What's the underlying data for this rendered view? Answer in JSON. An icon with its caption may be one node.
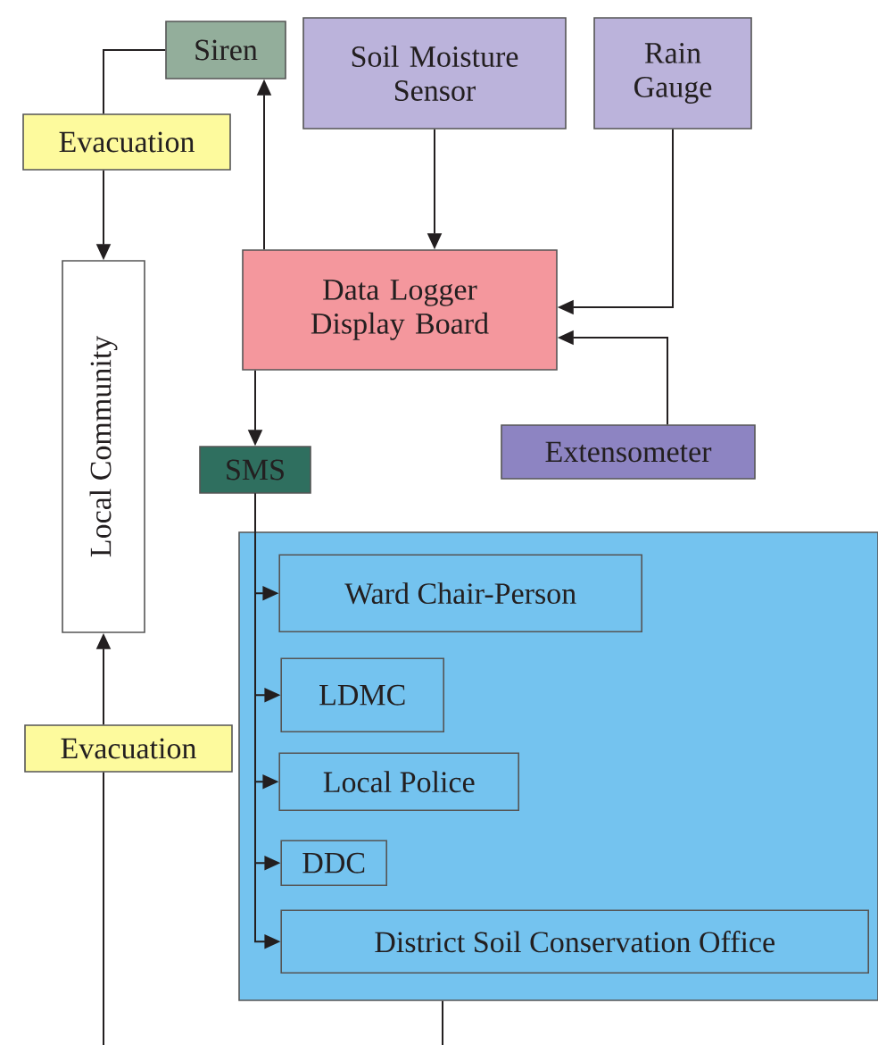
{
  "diagram": {
    "nodes": [
      {
        "text": [
          "Siren"
        ]
      },
      {
        "text": [
          "Soil Moisture Sensor"
        ]
      },
      {
        "text": [
          "Rain Gauge"
        ]
      },
      {
        "text": [
          "Data Logger Display Board"
        ]
      },
      {
        "text": [
          "Extensometer"
        ]
      },
      {
        "text": [
          "SMS"
        ]
      },
      {
        "text": [
          "Local Community"
        ]
      },
      {
        "text": [
          "Evacuation"
        ]
      },
      {
        "text": [
          "Evacuation"
        ]
      },
      {
        "text": [],
        "shape": "box"
      },
      {
        "text": [
          "Ward Chair-Person"
        ],
        "in": 9
      },
      {
        "text": [
          "LDMC"
        ],
        "in": 9
      },
      {
        "text": [
          "Local Police"
        ],
        "in": 9
      },
      {
        "text": [
          "DDC"
        ],
        "in": 9
      },
      {
        "text": [
          "District Soil Conservation Office"
        ],
        "in": 9
      }
    ],
    "edges": [
      {
        "from": 0,
        "to": 7,
        "arrow": "none"
      },
      {
        "from": 7,
        "to": 6,
        "arrow": "to"
      },
      {
        "from": 3,
        "to": 0,
        "arrow": "to"
      },
      {
        "from": 1,
        "to": 3,
        "arrow": "to"
      },
      {
        "from": 2,
        "to": 3,
        "arrow": "to"
      },
      {
        "from": 4,
        "to": 3,
        "arrow": "to"
      },
      {
        "from": 3,
        "to": 5,
        "arrow": "to"
      },
      {
        "from": 5,
        "to": 10,
        "arrow": "to"
      },
      {
        "from": 5,
        "to": 11,
        "arrow": "to"
      },
      {
        "from": 5,
        "to": 12,
        "arrow": "to"
      },
      {
        "from": 5,
        "to": 13,
        "arrow": "to"
      },
      {
        "from": 5,
        "to": 14,
        "arrow": "to"
      },
      {
        "from": null,
        "to": 8,
        "arrow": "none"
      },
      {
        "from": 8,
        "to": 6,
        "arrow": "to"
      },
      {
        "from": 9,
        "to": null,
        "arrow": "none"
      }
    ]
  }
}
